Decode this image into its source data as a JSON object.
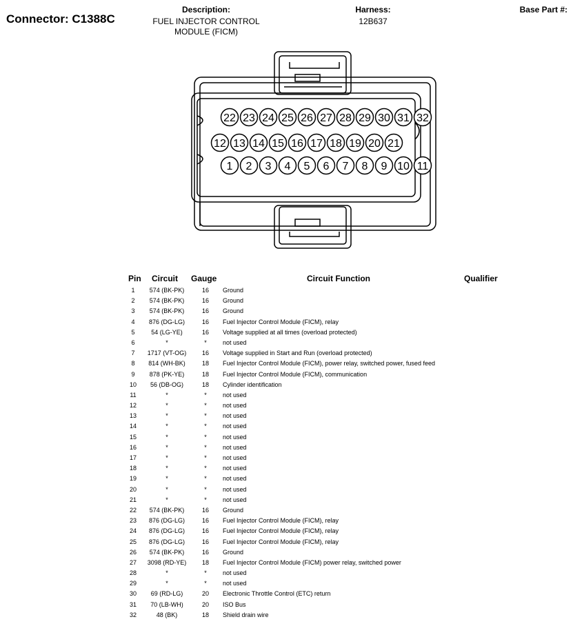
{
  "header": {
    "connector_title": "Connector: C1388C",
    "description_label": "Description:",
    "description_text": "FUEL INJECTOR CONTROL\nMODULE (FICM)",
    "harness_label": "Harness:",
    "harness_value": "12B637",
    "base_part_label": "Base Part #:"
  },
  "connector": {
    "top_row": [
      "22",
      "23",
      "24",
      "25",
      "26",
      "27",
      "28",
      "29",
      "30",
      "31",
      "32"
    ],
    "middle_row": [
      "12",
      "13",
      "14",
      "15",
      "16",
      "17",
      "18",
      "19",
      "20",
      "21"
    ],
    "bottom_row": [
      "1",
      "2",
      "3",
      "4",
      "5",
      "6",
      "7",
      "8",
      "9",
      "10",
      "11"
    ]
  },
  "table": {
    "headers": {
      "pin": "Pin",
      "circuit": "Circuit",
      "gauge": "Gauge",
      "function": "Circuit Function",
      "qualifier": "Qualifier"
    },
    "rows": [
      {
        "pin": "1",
        "circuit": "574 (BK-PK)",
        "gauge": "16",
        "function": "Ground",
        "qualifier": ""
      },
      {
        "pin": "2",
        "circuit": "574 (BK-PK)",
        "gauge": "16",
        "function": "Ground",
        "qualifier": ""
      },
      {
        "pin": "3",
        "circuit": "574 (BK-PK)",
        "gauge": "16",
        "function": "Ground",
        "qualifier": ""
      },
      {
        "pin": "4",
        "circuit": "876 (DG-LG)",
        "gauge": "16",
        "function": "Fuel Injector Control Module (FICM), relay",
        "qualifier": ""
      },
      {
        "pin": "5",
        "circuit": "54 (LG-YE)",
        "gauge": "16",
        "function": "Voltage supplied at all times (overload protected)",
        "qualifier": ""
      },
      {
        "pin": "6",
        "circuit": "*",
        "gauge": "*",
        "function": "not used",
        "qualifier": ""
      },
      {
        "pin": "7",
        "circuit": "1717 (VT-OG)",
        "gauge": "16",
        "function": "Voltage supplied in Start and Run (overload protected)",
        "qualifier": ""
      },
      {
        "pin": "8",
        "circuit": "814 (WH-BK)",
        "gauge": "18",
        "function": "Fuel Injector Control Module (FICM), power relay, switched power, fused feed",
        "qualifier": ""
      },
      {
        "pin": "9",
        "circuit": "878 (PK-YE)",
        "gauge": "18",
        "function": "Fuel Injector Control Module (FICM), communication",
        "qualifier": ""
      },
      {
        "pin": "10",
        "circuit": "56 (DB-OG)",
        "gauge": "18",
        "function": "Cylinder identification",
        "qualifier": ""
      },
      {
        "pin": "11",
        "circuit": "*",
        "gauge": "*",
        "function": "not used",
        "qualifier": ""
      },
      {
        "pin": "12",
        "circuit": "*",
        "gauge": "*",
        "function": "not used",
        "qualifier": ""
      },
      {
        "pin": "13",
        "circuit": "*",
        "gauge": "*",
        "function": "not used",
        "qualifier": ""
      },
      {
        "pin": "14",
        "circuit": "*",
        "gauge": "*",
        "function": "not used",
        "qualifier": ""
      },
      {
        "pin": "15",
        "circuit": "*",
        "gauge": "*",
        "function": "not used",
        "qualifier": ""
      },
      {
        "pin": "16",
        "circuit": "*",
        "gauge": "*",
        "function": "not used",
        "qualifier": ""
      },
      {
        "pin": "17",
        "circuit": "*",
        "gauge": "*",
        "function": "not used",
        "qualifier": ""
      },
      {
        "pin": "18",
        "circuit": "*",
        "gauge": "*",
        "function": "not used",
        "qualifier": ""
      },
      {
        "pin": "19",
        "circuit": "*",
        "gauge": "*",
        "function": "not used",
        "qualifier": ""
      },
      {
        "pin": "20",
        "circuit": "*",
        "gauge": "*",
        "function": "not used",
        "qualifier": ""
      },
      {
        "pin": "21",
        "circuit": "*",
        "gauge": "*",
        "function": "not used",
        "qualifier": ""
      },
      {
        "pin": "22",
        "circuit": "574 (BK-PK)",
        "gauge": "16",
        "function": "Ground",
        "qualifier": ""
      },
      {
        "pin": "23",
        "circuit": "876 (DG-LG)",
        "gauge": "16",
        "function": "Fuel Injector Control Module (FICM), relay",
        "qualifier": ""
      },
      {
        "pin": "24",
        "circuit": "876 (DG-LG)",
        "gauge": "16",
        "function": "Fuel Injector Control Module (FICM), relay",
        "qualifier": ""
      },
      {
        "pin": "25",
        "circuit": "876 (DG-LG)",
        "gauge": "16",
        "function": "Fuel Injector Control Module (FICM), relay",
        "qualifier": ""
      },
      {
        "pin": "26",
        "circuit": "574 (BK-PK)",
        "gauge": "16",
        "function": "Ground",
        "qualifier": ""
      },
      {
        "pin": "27",
        "circuit": "3098 (RD-YE)",
        "gauge": "18",
        "function": "Fuel Injector Control Module (FICM) power relay, switched power",
        "qualifier": ""
      },
      {
        "pin": "28",
        "circuit": "*",
        "gauge": "*",
        "function": "not used",
        "qualifier": ""
      },
      {
        "pin": "29",
        "circuit": "*",
        "gauge": "*",
        "function": "not used",
        "qualifier": ""
      },
      {
        "pin": "30",
        "circuit": "69 (RD-LG)",
        "gauge": "20",
        "function": "Electronic Throttle Control (ETC) return",
        "qualifier": ""
      },
      {
        "pin": "31",
        "circuit": "70 (LB-WH)",
        "gauge": "20",
        "function": "ISO Bus",
        "qualifier": ""
      },
      {
        "pin": "32",
        "circuit": "48 (BK)",
        "gauge": "18",
        "function": "Shield drain wire",
        "qualifier": ""
      }
    ]
  }
}
